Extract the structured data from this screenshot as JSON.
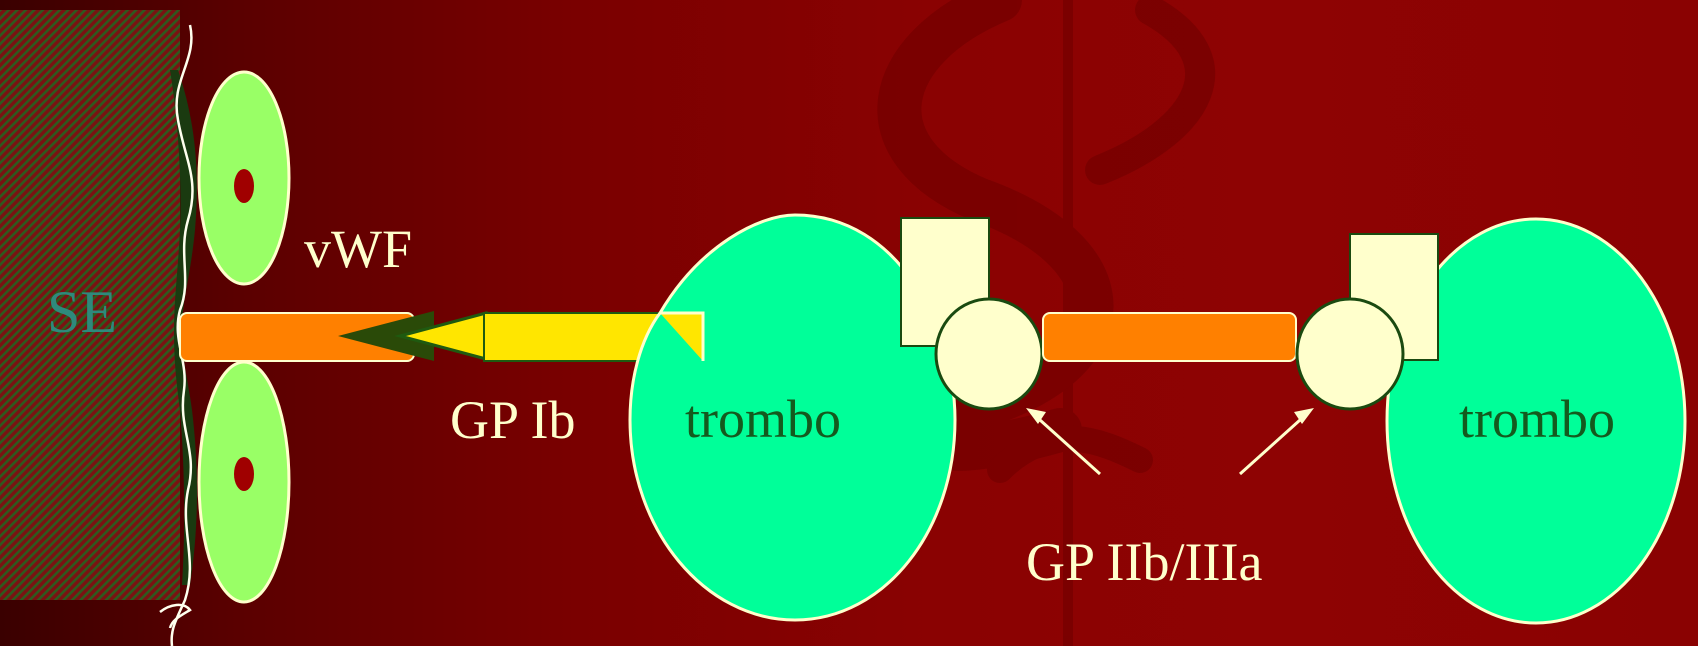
{
  "diagram": {
    "labels": {
      "subendothelium": "SE",
      "vwf": "vWF",
      "gp_ib": "GP Ib",
      "platelet_left": "trombo",
      "platelet_right": "trombo",
      "gp_iib_iiia": "GP IIb/IIIa"
    }
  },
  "colors": {
    "background_dark": "#3a0000",
    "background_red": "#8e0303",
    "subendothelium_stripe": "#2e5a1e",
    "platelet_disc": "#99ff66",
    "platelet_body": "#00ff99",
    "vwf_bar": "#ff8000",
    "gp_ib_receptor": "#ffe600",
    "gp_iib_iiia_subunit": "#ffffcc",
    "label_text": "#ffffcc",
    "platelet_text": "#145a1e",
    "se_text": "#2e8a7c"
  }
}
